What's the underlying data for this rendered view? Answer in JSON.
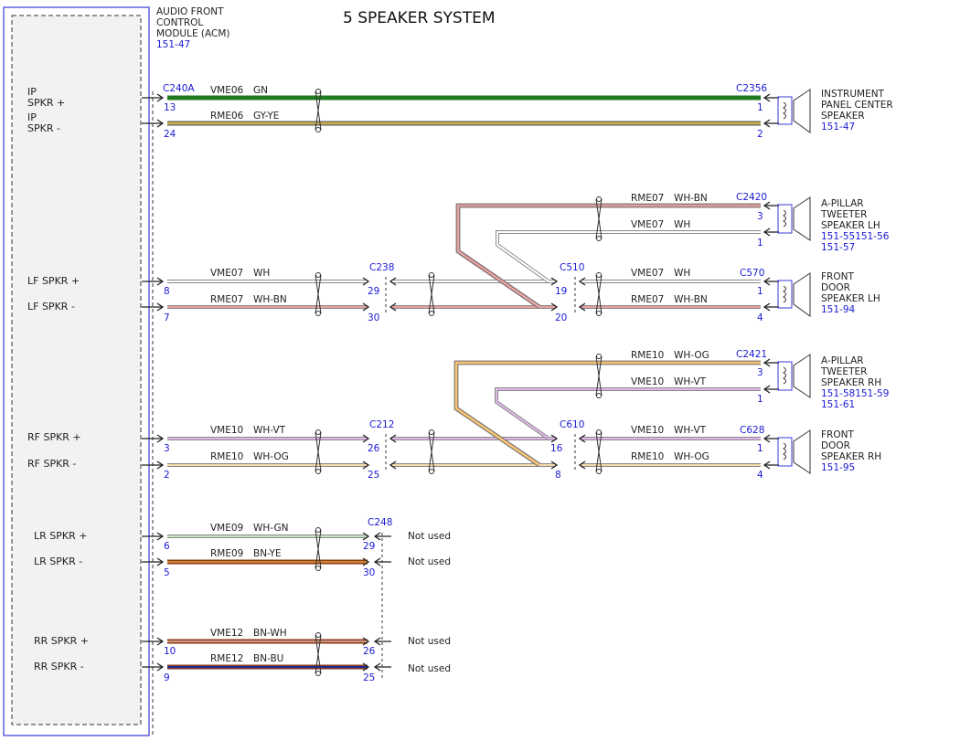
{
  "title": "5 SPEAKER SYSTEM",
  "module": {
    "lines": [
      "AUDIO FRONT",
      "CONTROL",
      "MODULE (ACM)"
    ],
    "ref": "151-47"
  },
  "side_labels": {
    "ip_pos": [
      "IP",
      "SPKR +"
    ],
    "ip_neg": [
      "IP",
      "SPKR -"
    ],
    "lf_pos": "LF SPKR +",
    "lf_neg": "LF SPKR -",
    "rf_pos": "RF SPKR +",
    "rf_neg": "RF SPKR -",
    "lr_pos": "LR SPKR +",
    "lr_neg": "LR SPKR -",
    "rr_pos": "RR SPKR +",
    "rr_neg": "RR SPKR -"
  },
  "connectors": {
    "c240a": "C240A",
    "c2356": "C2356",
    "c2420": "C2420",
    "c238": "C238",
    "c510": "C510",
    "c570": "C570",
    "c2421": "C2421",
    "c212": "C212",
    "c610": "C610",
    "c628": "C628",
    "c248": "C248"
  },
  "circuits": {
    "vme06": "VME06",
    "rme06": "RME06",
    "vme07": "VME07",
    "rme07": "RME07",
    "vme10": "VME10",
    "rme10": "RME10",
    "vme09": "VME09",
    "rme09": "RME09",
    "vme12": "VME12",
    "rme12": "RME12"
  },
  "wire_colors_text": {
    "gn": "GN",
    "gy_ye": "GY-YE",
    "wh": "WH",
    "wh_bn": "WH-BN",
    "wh_vt": "WH-VT",
    "wh_og": "WH-OG",
    "wh_gn": "WH-GN",
    "bn_ye": "BN-YE",
    "bn_wh": "BN-WH",
    "bn_bu": "BN-BU"
  },
  "pins": {
    "p13": "13",
    "p24": "24",
    "p8": "8",
    "p7": "7",
    "p3": "3",
    "p2": "2",
    "p6": "6",
    "p5": "5",
    "p10": "10",
    "p9": "9",
    "p29": "29",
    "p30": "30",
    "p26": "26",
    "p25": "25",
    "p19": "19",
    "p20": "20",
    "p16": "16",
    "p8b": "8",
    "p1": "1",
    "p2b": "2",
    "p3b": "3",
    "p4": "4"
  },
  "speakers": {
    "ip_center": {
      "lines": [
        "INSTRUMENT",
        "PANEL CENTER",
        "SPEAKER"
      ],
      "refs": [
        "151-47"
      ]
    },
    "tweeter_lh": {
      "lines": [
        "A-PILLAR",
        "TWEETER",
        "SPEAKER LH"
      ],
      "refs": [
        "151-55151-56",
        "151-57"
      ]
    },
    "door_lh": {
      "lines": [
        "FRONT",
        "DOOR",
        "SPEAKER LH"
      ],
      "refs": [
        "151-94"
      ]
    },
    "tweeter_rh": {
      "lines": [
        "A-PILLAR",
        "TWEETER",
        "SPEAKER RH"
      ],
      "refs": [
        "151-58151-59",
        "151-61"
      ]
    },
    "door_rh": {
      "lines": [
        "FRONT",
        "DOOR",
        "SPEAKER RH"
      ],
      "refs": [
        "151-95"
      ]
    }
  },
  "not_used": "Not used",
  "palette": {
    "gn": "#1f7a1f",
    "gy": "#9a9a9a",
    "ye": "#e3c21a",
    "wh": "#ffffff",
    "bn": "#8b3a1a",
    "vt": "#c06ad0",
    "og": "#f0a030",
    "bu": "#1a2a9a",
    "outline": "#555555",
    "blue": "#1a1ad6"
  }
}
